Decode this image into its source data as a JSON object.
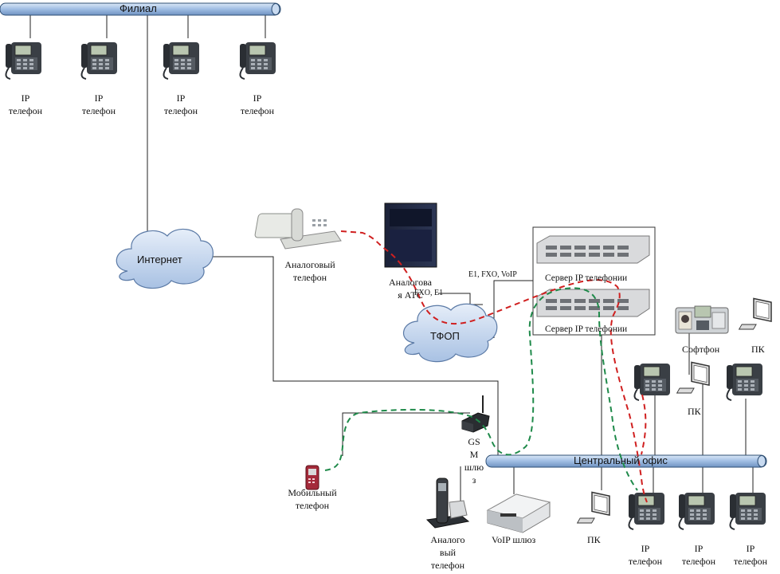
{
  "buses": {
    "branch": "Филиал",
    "central": "Центральный офис"
  },
  "clouds": {
    "internet": "Интернет",
    "pstn": "ТФОП"
  },
  "branch_phones": [
    {
      "line1": "IP",
      "line2": "телефон"
    },
    {
      "line1": "IP",
      "line2": "телефон"
    },
    {
      "line1": "IP",
      "line2": "телефон"
    },
    {
      "line1": "IP",
      "line2": "телефон"
    }
  ],
  "analog_phone": {
    "line1": "Аналоговый",
    "line2": "телефон"
  },
  "analog_pbx": {
    "line1": "Аналогова",
    "line2": "я АТС"
  },
  "links": {
    "server_trunk": "E1, FXO, VoIP",
    "pbx_trunk": "FXO, E1"
  },
  "servers": {
    "server1": "Сервер IP телефонии",
    "server2": "Сервер IP телефонии"
  },
  "softphone": "Софтфон",
  "pc": {
    "top_right": "ПК",
    "middle": "ПК",
    "bottom": "ПК"
  },
  "gsm_gateway": {
    "line1": "GS",
    "line2": "M",
    "line3": "шлю",
    "line4": "з"
  },
  "mobile_phone": {
    "line1": "Мобильный",
    "line2": "телефон"
  },
  "dect_phone": {
    "line1": "Аналого",
    "line2": "вый",
    "line3": "телефон"
  },
  "voip_gateway": "VoIP шлюз",
  "office_phones": [
    {
      "line1": "IP",
      "line2": "телефон"
    },
    {
      "line1": "IP",
      "line2": "телефон"
    },
    {
      "line1": "IP",
      "line2": "телефон"
    }
  ],
  "colors": {
    "bus_fill": "#a9c6e8",
    "bus_stroke": "#2f4f74",
    "cloud_fill": "#c9daf0",
    "red_path": "#d02020",
    "green_path": "#1f8a4a"
  }
}
